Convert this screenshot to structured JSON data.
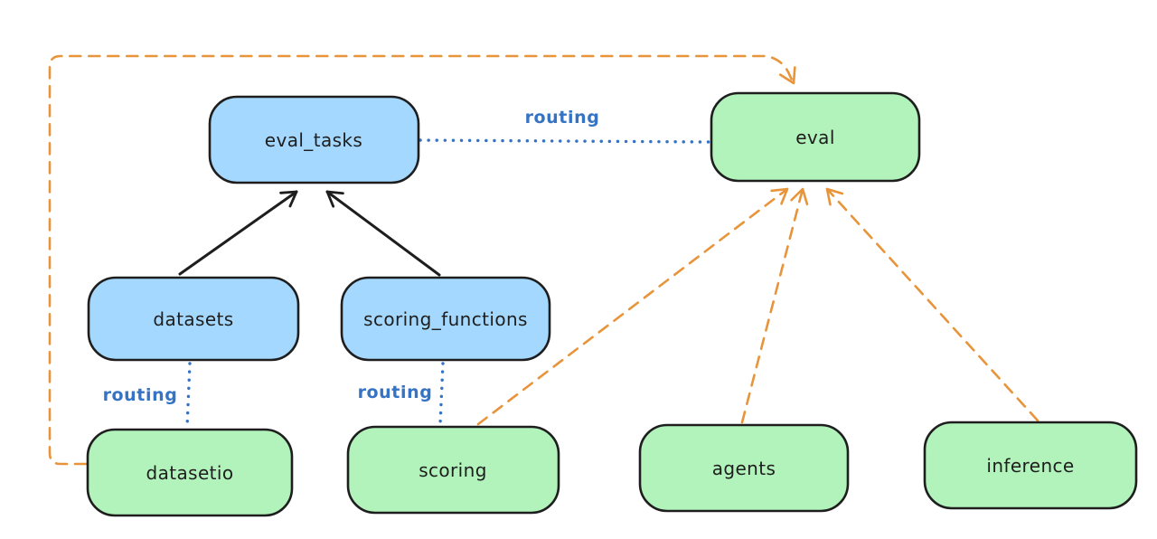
{
  "diagram": {
    "type": "architecture-diagram",
    "background": "#ffffff",
    "colors": {
      "stroke": "#1e1e1e",
      "resource_fill": "#a5d8ff",
      "api_fill": "#b2f2bb",
      "routing_blue": "#3573c4",
      "provider_orange": "#e8943a"
    },
    "nodes": {
      "eval_tasks": {
        "label": "eval_tasks",
        "fill": "#a5d8ff"
      },
      "eval": {
        "label": "eval",
        "fill": "#b2f2bb"
      },
      "datasets": {
        "label": "datasets",
        "fill": "#a5d8ff"
      },
      "scoring_functions": {
        "label": "scoring_functions",
        "fill": "#a5d8ff"
      },
      "datasetio": {
        "label": "datasetio",
        "fill": "#b2f2bb"
      },
      "scoring": {
        "label": "scoring",
        "fill": "#b2f2bb"
      },
      "agents": {
        "label": "agents",
        "fill": "#b2f2bb"
      },
      "inference": {
        "label": "inference",
        "fill": "#b2f2bb"
      }
    },
    "edges": [
      {
        "from": "datasets",
        "to": "eval_tasks",
        "style": "solid",
        "arrow": true,
        "label": ""
      },
      {
        "from": "scoring_functions",
        "to": "eval_tasks",
        "style": "solid",
        "arrow": true,
        "label": ""
      },
      {
        "from": "eval_tasks",
        "to": "eval",
        "style": "dotted",
        "arrow": false,
        "label": "routing"
      },
      {
        "from": "datasets",
        "to": "datasetio",
        "style": "dotted",
        "arrow": false,
        "label": "routing"
      },
      {
        "from": "scoring_functions",
        "to": "scoring",
        "style": "dotted",
        "arrow": false,
        "label": "routing"
      },
      {
        "from": "datasetio",
        "to": "eval",
        "style": "dashed",
        "arrow": true,
        "label": ""
      },
      {
        "from": "scoring",
        "to": "eval",
        "style": "dashed",
        "arrow": true,
        "label": ""
      },
      {
        "from": "agents",
        "to": "eval",
        "style": "dashed",
        "arrow": true,
        "label": ""
      },
      {
        "from": "inference",
        "to": "eval",
        "style": "dashed",
        "arrow": true,
        "label": ""
      }
    ]
  }
}
